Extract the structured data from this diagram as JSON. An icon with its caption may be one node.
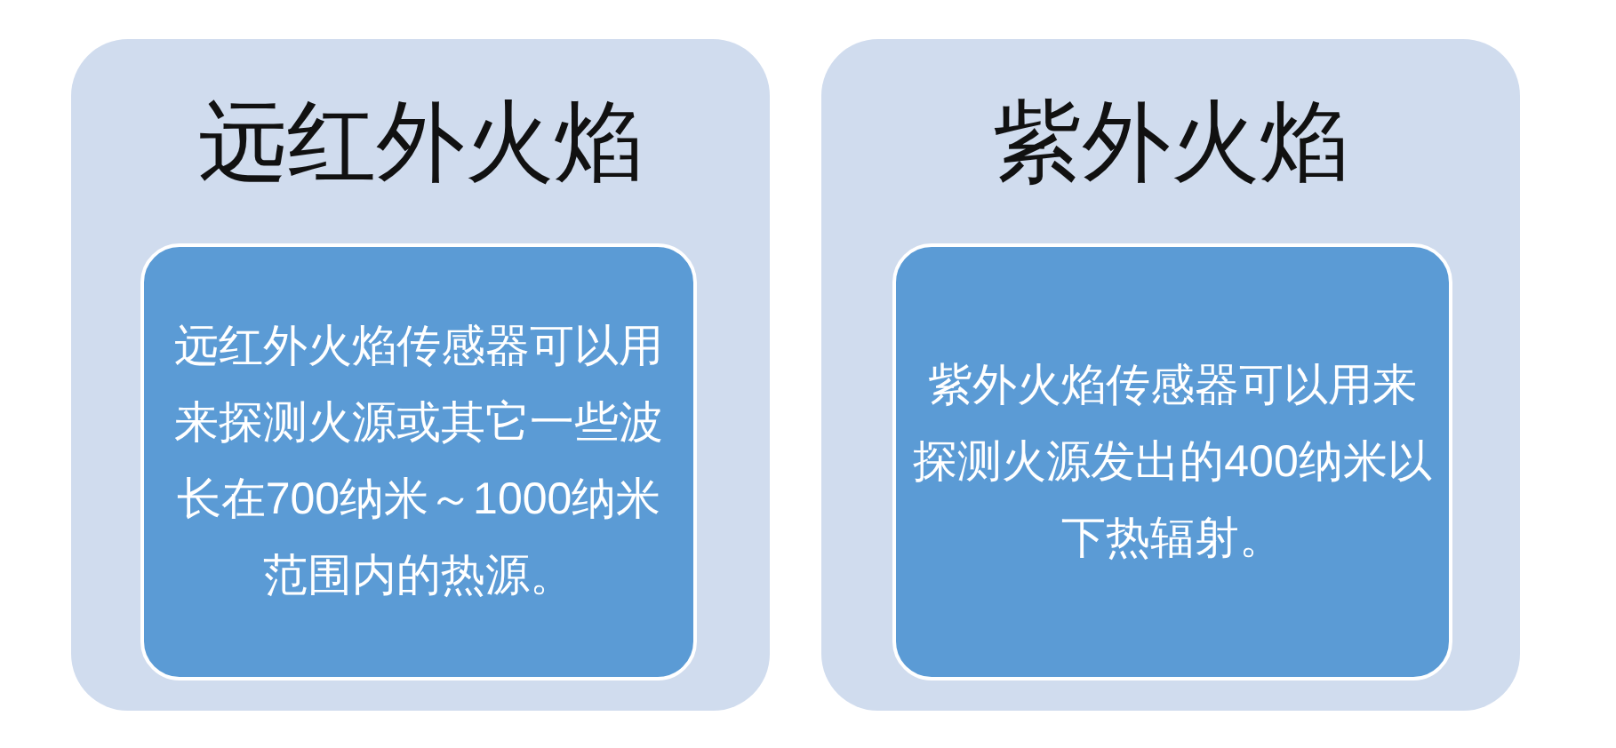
{
  "diagram": {
    "nodes": [
      {
        "text": [
          "远红外火焰"
        ]
      },
      {
        "text": [
          "远红外火焰传感器可以用来探测火源或其它一些波长在700纳米～1000纳米范围内的热源。"
        ],
        "in": 0
      },
      {
        "text": [
          "紫外火焰"
        ]
      },
      {
        "text": [
          "紫外火焰传感器可以用来探测火源发出的400纳米以下热辐射。"
        ],
        "in": 2
      }
    ]
  }
}
